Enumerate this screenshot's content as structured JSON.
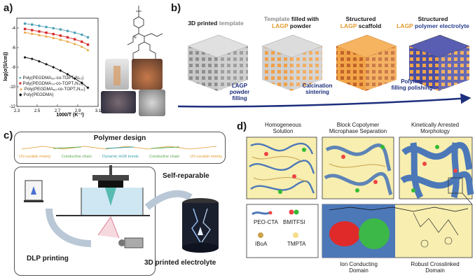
{
  "panels": {
    "a": "a)",
    "b": "b)",
    "c": "c)",
    "d": "d)"
  },
  "chart_data": {
    "type": "scatter",
    "xlabel": "1000/T (K⁻¹)",
    "ylabel": "log(σ(S/cm))",
    "xlim": [
      2.3,
      3.1
    ],
    "ylim": [
      -12,
      -3
    ],
    "x_ticks": [
      "2.3",
      "2.5",
      "2.7",
      "2.9",
      "3.1"
    ],
    "y_ticks": [
      "-4",
      "-6",
      "-8",
      "-10",
      "-12"
    ],
    "legend_placement": "bottom-left",
    "x": [
      2.38,
      2.45,
      2.52,
      2.59,
      2.66,
      2.73,
      2.8,
      2.87,
      2.94,
      3.0
    ],
    "series": [
      {
        "name": "Poly(PEGDMA₆₀-co-TOPT₁N₄₀)",
        "color": "#4aa0b8",
        "values": [
          -3.55,
          -3.65,
          -3.78,
          -3.9,
          -4.02,
          -4.15,
          -4.3,
          -4.48,
          -4.68,
          -4.95
        ]
      },
      {
        "name": "Poly(PEGDMA₇₀-co-TOPT₁N₃₀)",
        "color": "#d62a2a",
        "values": [
          -4.1,
          -4.22,
          -4.35,
          -4.48,
          -4.62,
          -4.78,
          -4.95,
          -5.15,
          -5.4,
          -5.7
        ]
      },
      {
        "name": "Poly(PEGDMA₈₀-co-TOPT₁N₂₀)",
        "color": "#e8a23a",
        "values": [
          -4.45,
          -4.58,
          -4.72,
          -4.85,
          -5.0,
          -5.18,
          -5.38,
          -5.62,
          -5.9,
          -6.25
        ]
      },
      {
        "name": "Poly(PEGDMA)",
        "color": "#111111",
        "values": [
          -7.0,
          -7.15,
          -7.4,
          -7.7,
          -8.0,
          -8.35,
          -8.72,
          -9.15,
          -9.6,
          -10.1
        ]
      }
    ]
  },
  "panel_b": {
    "captions": [
      {
        "pre": "3D printed ",
        "hl": "template",
        "post": ""
      },
      {
        "pre": "Template",
        "hl": "",
        "post": " filled with",
        "line2_hl": "LAGP",
        "line2_post": " powder"
      },
      {
        "pre": "Structured",
        "line2_hl": "LAGP",
        "line2_post": " scaffold"
      },
      {
        "pre": "Structured",
        "line2_hl": "LAGP",
        "line2_post2": " polymer electrolyte"
      }
    ],
    "steps": [
      "LAGP powder filling",
      "Calcination sintering",
      "Polymer filling polishing"
    ],
    "labels": {
      "c1a": "3D printed ",
      "c1b": "template",
      "c2a": "Template",
      "c2b": " filled with",
      "c2c": "LAGP",
      "c2d": " powder",
      "c3a": "Structured",
      "c3b": "LAGP",
      "c3c": " scaffold",
      "c4a": "Structured",
      "c4b": "LAGP",
      "c4c": " polymer electrolyte",
      "s1a": "LAGP",
      "s1b": "powder",
      "s1c": "filling",
      "s2a": "Calcination",
      "s2b": "sintering",
      "s3a": "Polymer",
      "s3b": "filling polishing"
    }
  },
  "panel_c": {
    "title": "Polymer design",
    "chain_labels": [
      "UV-curable moiety",
      "Conductive chain",
      "Dynamic HUB bonds",
      "Conductive chain",
      "UV-curable moiety"
    ],
    "dlp": "DLP printing",
    "self_reparable": "Self-reparable",
    "printed_electrolyte": "3D printed electrolyte"
  },
  "panel_d": {
    "titles": {
      "t1a": "Homogeneous",
      "t1b": "Solution",
      "t2a": "Block Copolymer",
      "t2b": "Microphase Separation",
      "t3a": "Kinetically Arrested",
      "t3b": "Morphology"
    },
    "legend": {
      "peo": "PEO-CTA",
      "bmitfsi": "BMITFSI",
      "iboa": "IBoA",
      "tmpta": "TMPTA"
    },
    "domains": {
      "ion": "Ion Conducting",
      "ion2": "Domain",
      "robust": "Robust Crosslinked",
      "robust2": "Domain"
    }
  }
}
